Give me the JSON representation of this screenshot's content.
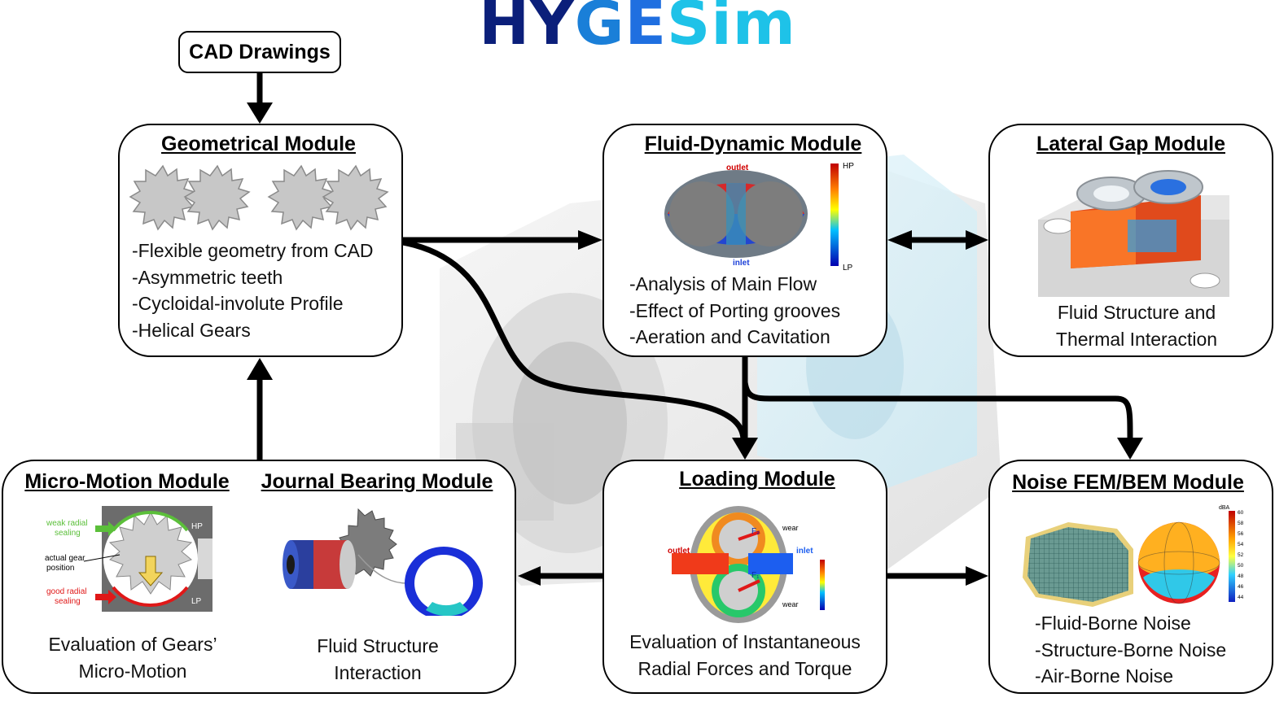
{
  "title": {
    "part1": "HY",
    "part2": "G",
    "part3": "E",
    "part4": "Sim"
  },
  "cad_box": {
    "label": "CAD Drawings"
  },
  "geometrical": {
    "title": "Geometrical Module",
    "features": [
      "-Flexible geometry from CAD",
      "-Asymmetric teeth",
      "-Cycloidal-involute  Profile",
      "-Helical Gears"
    ]
  },
  "fluid_dynamic": {
    "title": "Fluid-Dynamic Module",
    "figure": {
      "outlet": "outlet",
      "inlet": "inlet",
      "hp": "HP",
      "lp": "LP"
    },
    "features": [
      "-Analysis of Main Flow",
      "-Effect of Porting grooves",
      "-Aeration and Cavitation"
    ]
  },
  "lateral_gap": {
    "title": "Lateral Gap Module",
    "caption": [
      "Fluid Structure and",
      "Thermal Interaction"
    ]
  },
  "micro_motion": {
    "title": "Micro-Motion Module",
    "figure": {
      "weak1": "weak radial",
      "weak2": "sealing",
      "actual1": "actual gear",
      "actual2": "position",
      "good1": "good radial",
      "good2": "sealing",
      "hp": "HP",
      "lp": "LP"
    },
    "caption": [
      "Evaluation of Gears’",
      "Micro-Motion"
    ]
  },
  "journal_bearing": {
    "title": "Journal Bearing Module",
    "caption": [
      "Fluid Structure",
      "Interaction"
    ]
  },
  "loading": {
    "title": "Loading Module",
    "figure": {
      "outlet": "outlet",
      "inlet": "inlet",
      "wear_top": "wear",
      "wear_bottom": "wear",
      "f1": "F₁",
      "f2": "F₂"
    },
    "caption": [
      "Evaluation of Instantaneous",
      "Radial Forces and Torque"
    ]
  },
  "noise": {
    "title": "Noise FEM/BEM Module",
    "figure": {
      "unit": "dBA",
      "ticks": [
        "60",
        "58",
        "56",
        "54",
        "52",
        "50",
        "48",
        "46",
        "44"
      ]
    },
    "features": [
      "-Fluid-Borne  Noise",
      "-Structure-Borne  Noise",
      "-Air-Borne  Noise"
    ]
  },
  "colors": {
    "title_dark": "#0b1f7a",
    "title_light": "#1ec2e8",
    "box_border": "#000000",
    "arrow": "#000000"
  }
}
